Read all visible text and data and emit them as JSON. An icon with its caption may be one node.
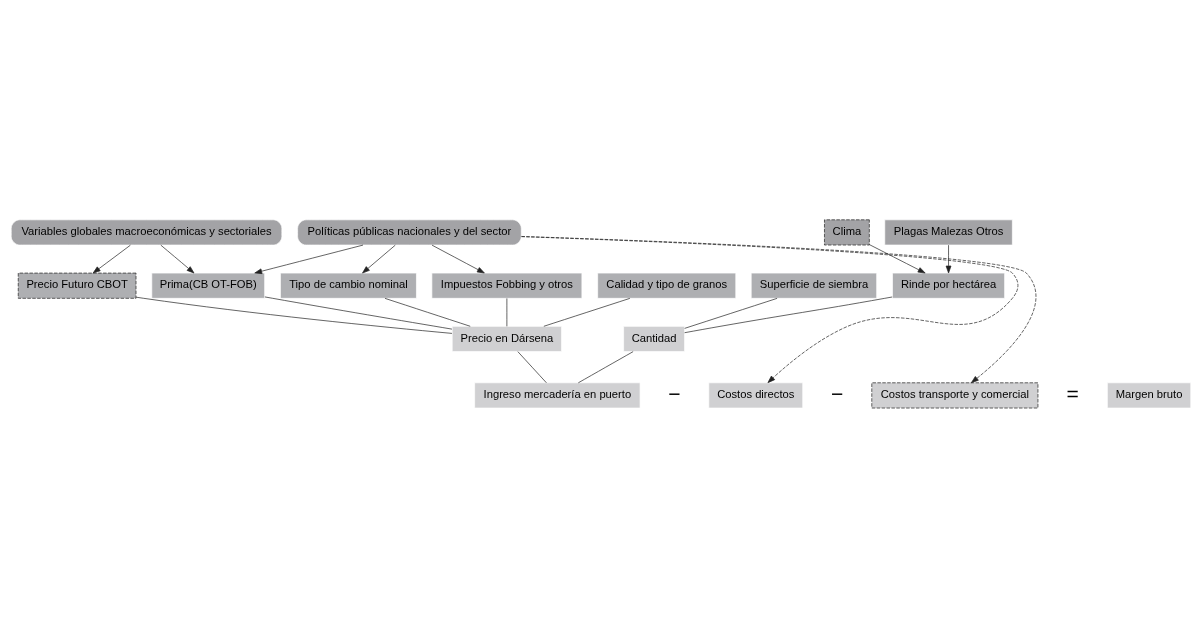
{
  "diagram": {
    "nodes": [
      {
        "text": [
          "Variables globales macroeconómicas y sectoriales"
        ]
      },
      {
        "text": [
          "Políticas públicas nacionales y del sector"
        ]
      },
      {
        "text": [
          "Clima"
        ]
      },
      {
        "text": [
          "Plagas Malezas Otros"
        ]
      },
      {
        "text": [
          "Precio Futuro CBOT"
        ]
      },
      {
        "text": [
          "Prima(CB OT-FOB)"
        ]
      },
      {
        "text": [
          "Tipo de cambio nominal"
        ]
      },
      {
        "text": [
          "Impuestos Fobbing y otros"
        ]
      },
      {
        "text": [
          "Calidad y tipo de granos"
        ]
      },
      {
        "text": [
          "Superficie de siembra"
        ]
      },
      {
        "text": [
          "Rinde por hectárea"
        ]
      },
      {
        "text": [
          "Precio en Dársena"
        ]
      },
      {
        "text": [
          "Cantidad"
        ]
      },
      {
        "text": [
          "Ingreso mercadería en puerto"
        ]
      },
      {
        "text": [
          "Costos directos"
        ]
      },
      {
        "text": [
          "Costos transporte y comercial"
        ]
      },
      {
        "text": [
          "Margen bruto"
        ]
      }
    ],
    "edges": [
      {
        "from": 0,
        "to": 4,
        "arrow": "to"
      },
      {
        "from": 0,
        "to": 5,
        "arrow": "to"
      },
      {
        "from": 1,
        "to": 5,
        "arrow": "to"
      },
      {
        "from": 1,
        "to": 6,
        "arrow": "to"
      },
      {
        "from": 1,
        "to": 7,
        "arrow": "to"
      },
      {
        "from": 2,
        "to": 10,
        "arrow": "to"
      },
      {
        "from": 3,
        "to": 10,
        "arrow": "to"
      },
      {
        "from": 4,
        "to": 11,
        "arrow": "none"
      },
      {
        "from": 5,
        "to": 11,
        "arrow": "none"
      },
      {
        "from": 6,
        "to": 11,
        "arrow": "none"
      },
      {
        "from": 7,
        "to": 11,
        "arrow": "none"
      },
      {
        "from": 8,
        "to": 11,
        "arrow": "none"
      },
      {
        "from": 9,
        "to": 12,
        "arrow": "none"
      },
      {
        "from": 10,
        "to": 12,
        "arrow": "none"
      },
      {
        "from": 11,
        "to": 13,
        "arrow": "none"
      },
      {
        "from": 12,
        "to": 13,
        "arrow": "none"
      },
      {
        "from": 1,
        "to": 14,
        "arrow": "to",
        "style": "dashed"
      },
      {
        "from": 1,
        "to": 15,
        "arrow": "to",
        "style": "dashed"
      }
    ],
    "labels": [
      "−",
      "−",
      "="
    ]
  }
}
